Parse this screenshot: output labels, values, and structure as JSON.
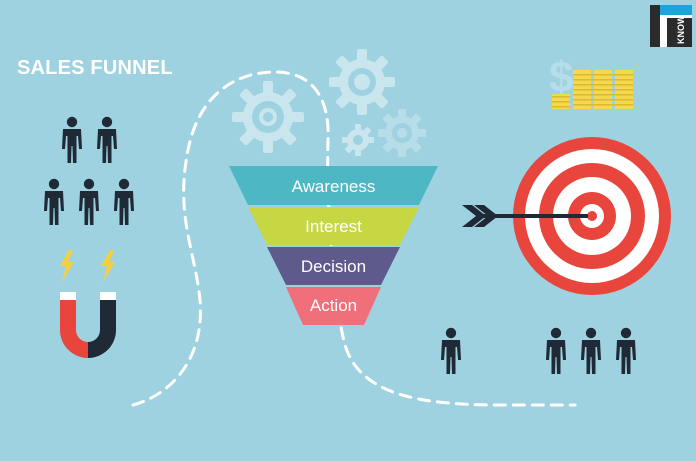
{
  "title": "SALES FUNNEL",
  "funnel": {
    "stages": [
      {
        "label": "Awareness",
        "color": "#4db8c4"
      },
      {
        "label": "Interest",
        "color": "#c7d744"
      },
      {
        "label": "Decision",
        "color": "#5e5a8c"
      },
      {
        "label": "Action",
        "color": "#ef6f7a"
      }
    ]
  },
  "logo": {
    "text": "KNOW",
    "accent_color": "#1aa6d8"
  },
  "icons": {
    "people": "person-icon",
    "magnet": "magnet-icon",
    "lightning": "lightning-icon",
    "gears": "gear-icon",
    "money": "dollar-icon",
    "coins": "coin-stack-icon",
    "target": "target-icon",
    "arrow": "arrow-icon"
  },
  "colors": {
    "background": "#9fd2e0",
    "figure": "#1f2a36",
    "target_red": "#e8453c",
    "gear": "#c9e6ee",
    "coin": "#f5d84f"
  }
}
